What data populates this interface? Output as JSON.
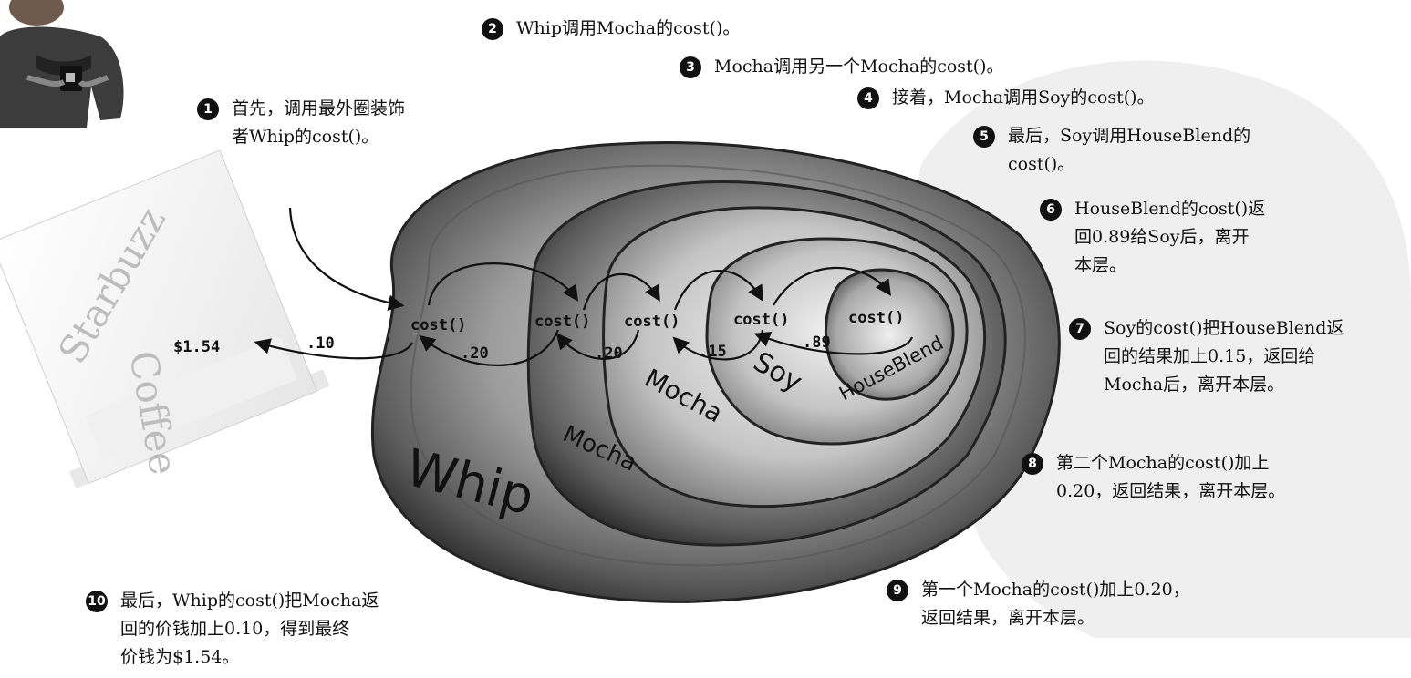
{
  "steps": [
    {
      "num": "1",
      "lines": [
        "首先，调用最外圈装饰",
        "者Whip的cost()。"
      ]
    },
    {
      "num": "2",
      "lines": [
        "Whip调用Mocha的cost()。"
      ]
    },
    {
      "num": "3",
      "lines": [
        "Mocha调用另一个Mocha的cost()。"
      ]
    },
    {
      "num": "4",
      "lines": [
        "接着，Mocha调用Soy的cost()。"
      ]
    },
    {
      "num": "5",
      "lines": [
        "最后，Soy调用HouseBlend的",
        "cost()。"
      ]
    },
    {
      "num": "6",
      "lines": [
        "HouseBlend的cost()返",
        "回0.89给Soy后，离开",
        "本层。"
      ]
    },
    {
      "num": "7",
      "lines": [
        "Soy的cost()把HouseBlend返",
        "回的结果加上0.15，返回给",
        "Mocha后，离开本层。"
      ]
    },
    {
      "num": "8",
      "lines": [
        "第二个Mocha的cost()加上",
        "0.20，返回结果，离开本层。"
      ]
    },
    {
      "num": "9",
      "lines": [
        "第一个Mocha的cost()加上0.20，",
        "返回结果，离开本层。"
      ]
    },
    {
      "num": "10",
      "lines": [
        "最后，Whip的cost()把Mocha返",
        "回的价钱加上0.10，得到最终",
        "价钱为$1.54。"
      ]
    }
  ],
  "diagram": {
    "layers": [
      "Whip",
      "Mocha",
      "Mocha",
      "Soy",
      "HouseBlend"
    ],
    "call_label": "cost()",
    "return_values": [
      ".10",
      ".20",
      ".20",
      ".15",
      ".89"
    ],
    "total": "$1.54",
    "cup_brand": [
      "Starbuzz",
      "Coffee"
    ]
  },
  "colors": {
    "ink": "#111111",
    "layer_dark": "#3a3a3a",
    "layer_mid": "#9a9a9a",
    "layer_light": "#eeeeee",
    "watermark": "#eeeeee"
  }
}
